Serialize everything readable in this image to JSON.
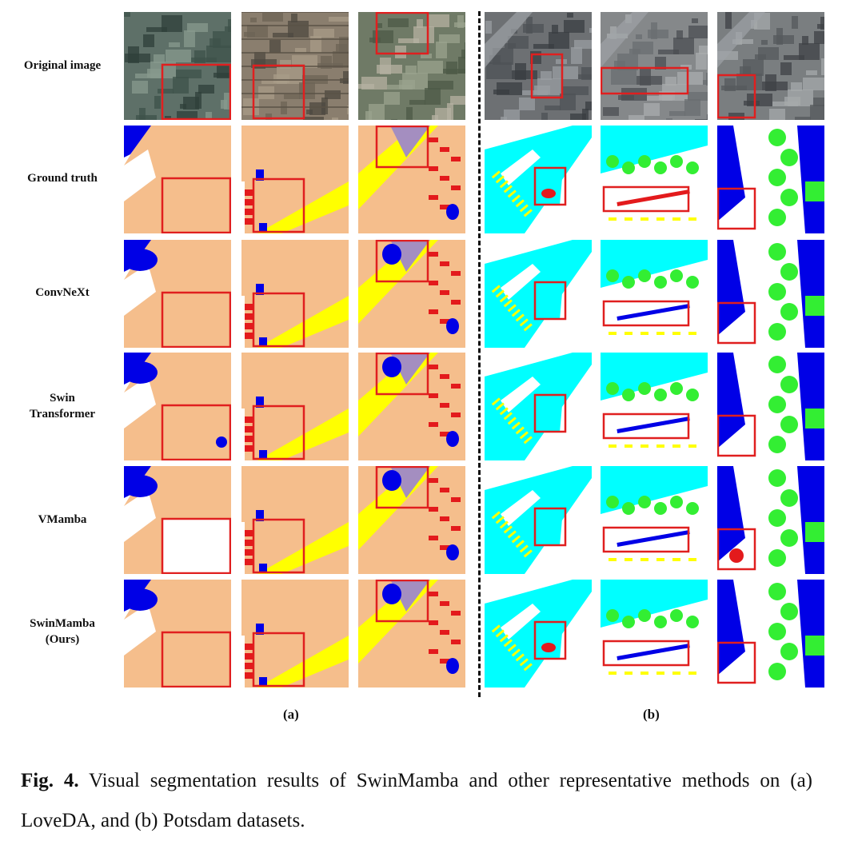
{
  "figure": {
    "row_labels": [
      [
        "Original image"
      ],
      [
        "Ground truth"
      ],
      [
        "ConvNeXt"
      ],
      [
        "Swin",
        "Transformer"
      ],
      [
        "VMamba"
      ],
      [
        "SwinMamba",
        "(Ours)"
      ]
    ],
    "panel_labels": {
      "a": "(a)",
      "b": "(b)"
    },
    "colors": {
      "building_red": "#e31a1c",
      "water_blue": "#0000e6",
      "agriculture_tan": "#f5be8c",
      "road_yellow": "#ffff00",
      "barren_purple": "#a48ec0",
      "low_veg_cyan": "#00ffff",
      "tree_green": "#33ee33",
      "box_red": "#e01f1f"
    }
  },
  "caption": {
    "label": "Fig. 4.",
    "text": " Visual segmentation results of SwinMamba and other representative methods on (a) LoveDA, and (b) Potsdam datasets."
  }
}
